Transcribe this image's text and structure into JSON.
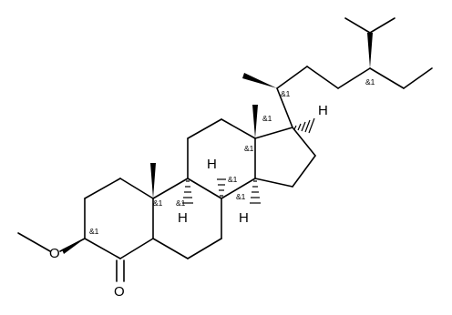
{
  "atoms": {
    "H17": "H",
    "H8": "H",
    "H9": "H",
    "H14": "H",
    "O_methoxy": "O",
    "O_carbonyl": "O"
  },
  "stereo_labels": {
    "C20": "&1",
    "C24": "&1",
    "C17": "&1",
    "C13": "&1",
    "C8": "&1",
    "C14": "&1",
    "C10": "&1",
    "C9": "&1",
    "C3": "&1"
  }
}
